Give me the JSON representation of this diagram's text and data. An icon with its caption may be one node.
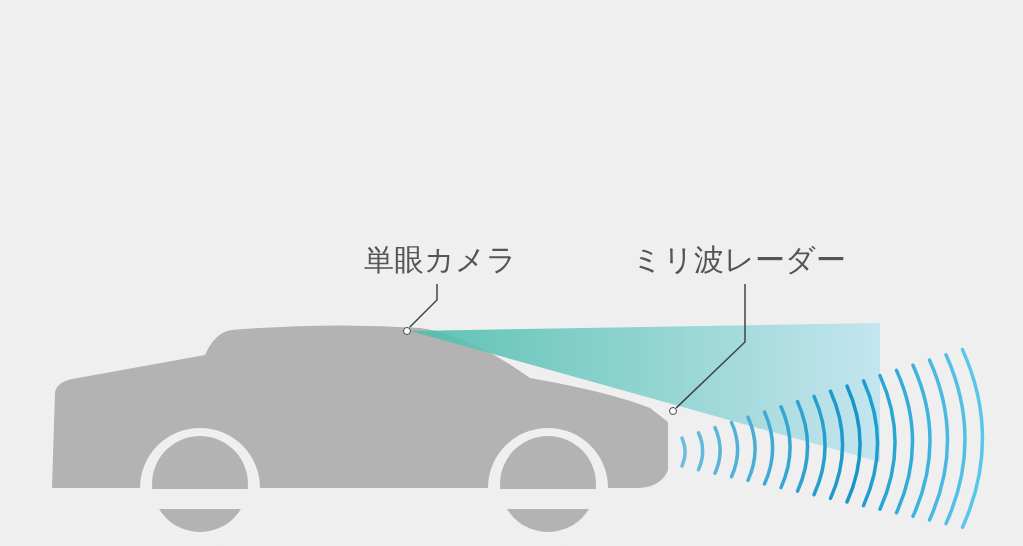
{
  "diagram": {
    "nodes": [
      {
        "text": [
          "単眼カメラ"
        ]
      },
      {
        "text": [
          "ミリ波レーダー"
        ]
      },
      {
        "text": [],
        "shape": "circle"
      },
      {
        "text": [],
        "shape": "circle"
      }
    ],
    "edges": [
      {
        "from": 0,
        "to": 2,
        "arrow": "none"
      },
      {
        "from": 1,
        "to": 3,
        "arrow": "none"
      }
    ]
  }
}
